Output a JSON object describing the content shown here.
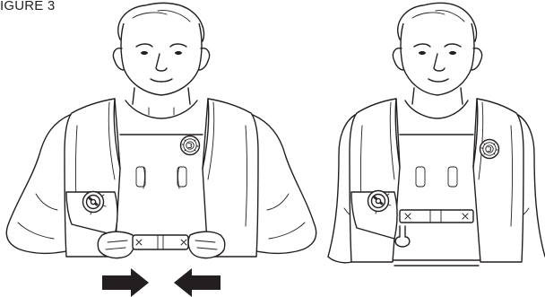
{
  "figure": {
    "label": "IGURE 3"
  },
  "colors": {
    "ink": "#231f20",
    "background": "#ffffff"
  },
  "panels": [
    {
      "id": "left",
      "depicts": "person-fastening-buckle"
    },
    {
      "id": "right",
      "depicts": "person-wearing-fastened-vest"
    }
  ],
  "icons": [
    "arrow-right-icon",
    "arrow-left-icon",
    "manufacturer-seal-icon",
    "inflation-valve-icon",
    "pull-tab-icon"
  ]
}
